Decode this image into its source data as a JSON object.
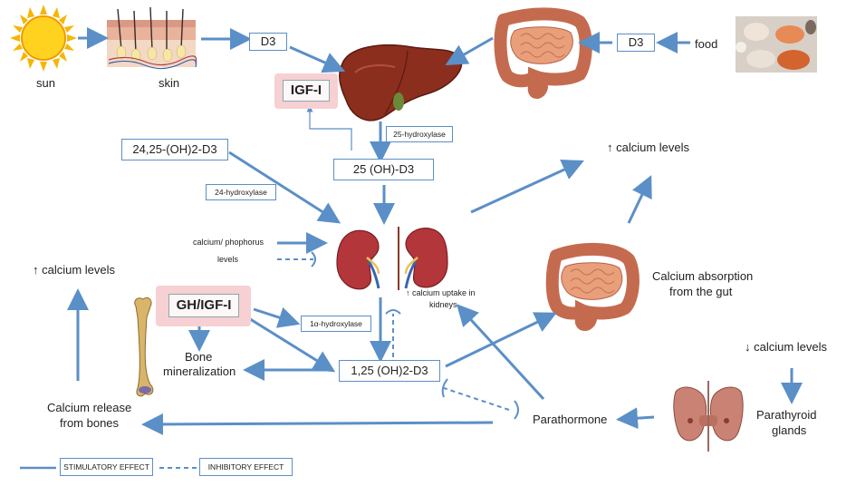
{
  "labels": {
    "sun": "sun",
    "skin": "skin",
    "food": "food",
    "d3_left": "D3",
    "d3_right": "D3",
    "igf1": "IGF-I",
    "hydroxylase_25": "25-hydroxylase",
    "oh25_d3": "25 (OH)-D3",
    "oh24_25_d3": "24,25-(OH)2-D3",
    "hydroxylase_24": "24-hydroxylase",
    "calcium_up_top": "↑ calcium levels",
    "calcium_phosphorus": "calcium/ phophorus",
    "levels": "levels",
    "calcium_up_left": "↑ calcium levels",
    "gh_igf1": "GH/IGF-I",
    "hydroxylase_1a": "1α-hydroxylase",
    "calcium_uptake": "↑ calcium uptake in",
    "kidneys": "kidneys",
    "calcium_absorption": "Calcium absorption",
    "from_gut": "from the gut",
    "bone": "Bone",
    "mineralization": "mineralization",
    "oh125_d3": "1,25 (OH)2-D3",
    "calcium_down": "↓ calcium levels",
    "calcium_release": "Calcium release",
    "from_bones": "from bones",
    "parathormone": "Parathormone",
    "parathyroid": "Parathyroid",
    "glands": "glands",
    "legend_stimulatory": "STIMULATORY EFFECT",
    "legend_inhibitory": "INHIBITORY EFFECT"
  },
  "colors": {
    "arrow": "#5b8fc7",
    "pink": "#f6d0d3",
    "liver": "#8b2e1e",
    "kidney": "#b3363a",
    "gut": "#e9a07a",
    "bone": "#d9b56a",
    "thyroid": "#c98273",
    "sun": "#f7b500"
  }
}
